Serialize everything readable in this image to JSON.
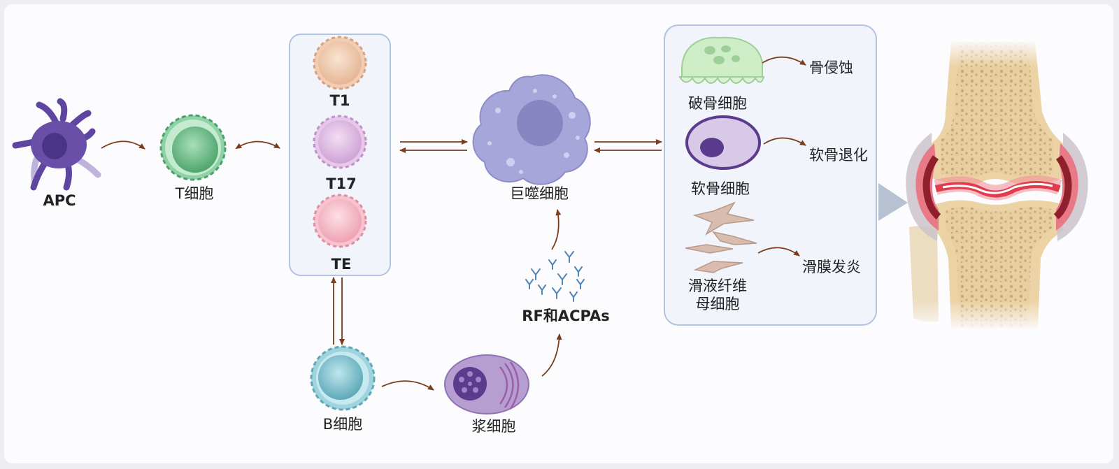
{
  "cells": {
    "apc": "APC",
    "t_cell": "T细胞",
    "t1": "T1",
    "t17": "T17",
    "te": "TE",
    "macrophage": "巨噬细胞",
    "b_cell": "B细胞",
    "plasma_cell": "浆细胞",
    "antibodies": "RF和ACPAs",
    "osteoclast": "破骨细胞",
    "chondrocyte": "软骨细胞",
    "fibroblast_line1": "滑液纤维",
    "fibroblast_line2": "母细胞"
  },
  "effects": {
    "bone_erosion": "骨侵蚀",
    "cartilage_degeneration": "软骨退化",
    "synovitis": "滑膜发炎"
  },
  "colors": {
    "arrow": "#7a3d1c",
    "panel_fill": "#f1f4fb",
    "panel_stroke": "#b3c3e0",
    "apc": "#6a4fa8",
    "t_cell": "#8fd2a6",
    "t1": "#f2cdb3",
    "t17": "#e7c8ea",
    "te": "#f6c3cf",
    "macrophage": "#a7a6da",
    "b_cell": "#9fd4de",
    "plasma_cell": "#b79ed1",
    "osteoclast": "#cdeec7",
    "chondrocyte": "#d8c9e8",
    "fibroblast": "#d8bcae",
    "antibody": "#4f87b8",
    "bone": "#ecd3a6",
    "inflammation": "#e23c4c"
  }
}
